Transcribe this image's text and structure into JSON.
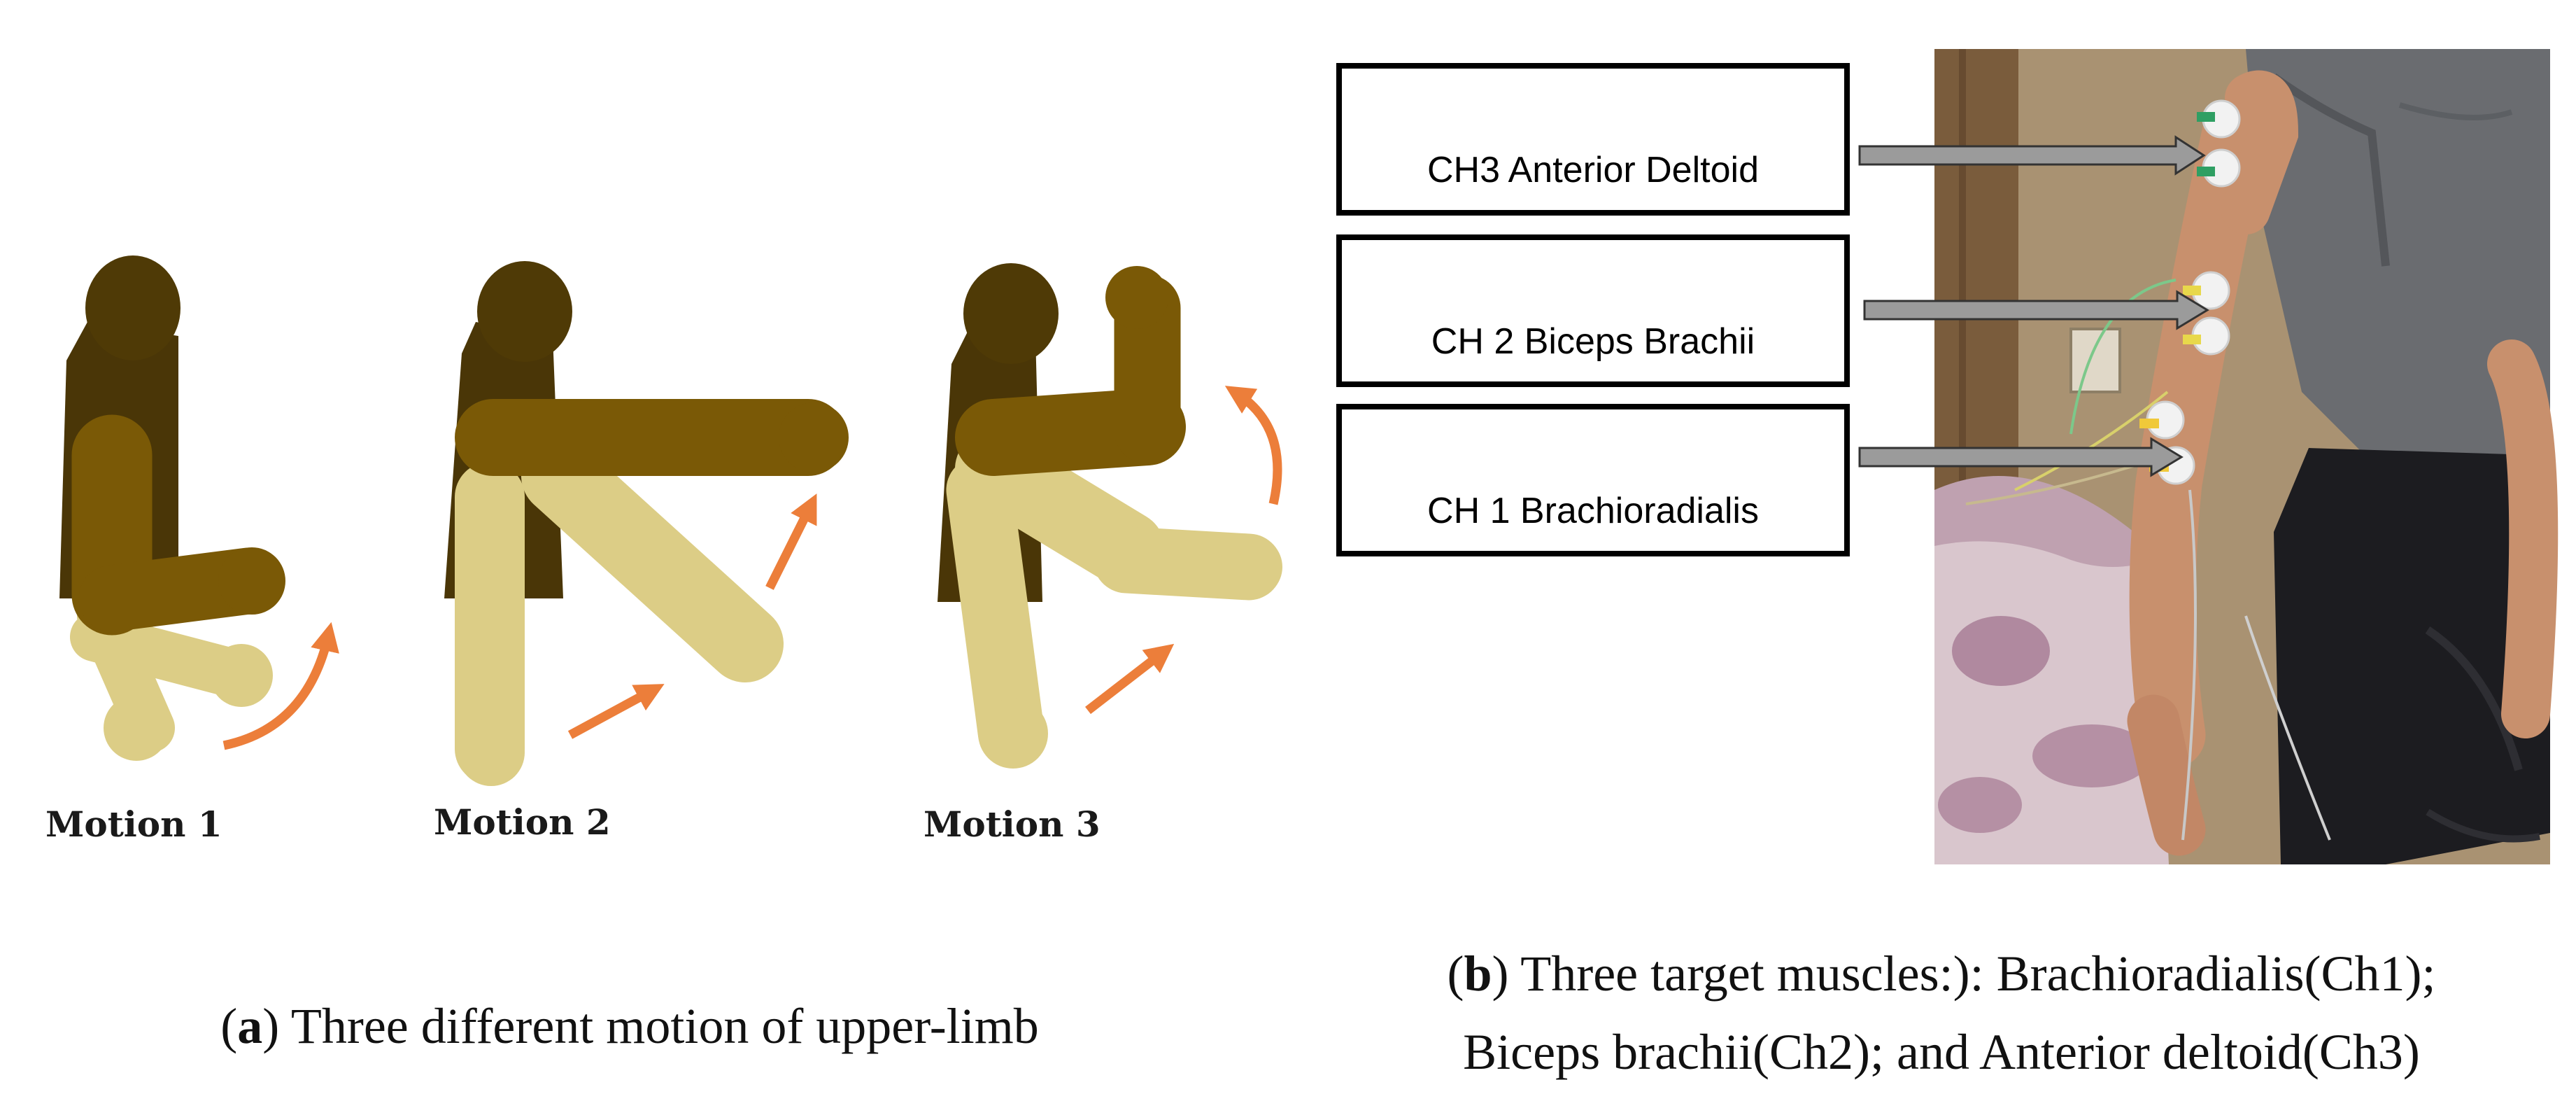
{
  "panel_a": {
    "motions": [
      {
        "label": "Motion 1"
      },
      {
        "label": "Motion 2"
      },
      {
        "label": "Motion 3"
      }
    ],
    "caption": {
      "letter": "a",
      "text": " Three different motion of upper-limb"
    }
  },
  "panel_b": {
    "boxes": [
      {
        "label": "CH3 Anterior Deltoid"
      },
      {
        "label": "CH 2 Biceps Brachii"
      },
      {
        "label": "CH 1 Brachioradialis"
      }
    ],
    "caption": {
      "letter": "b",
      "line1": " Three target muscles:): Brachioradialis(Ch1);",
      "line2": "Biceps brachii(Ch2); and Anterior deltoid(Ch3)"
    }
  },
  "colors": {
    "head": "#4f3a06",
    "torso": "#4a3607",
    "arm_active": "#7a5906",
    "arm_rest": "#dccd86",
    "arrow": "#ec7e3a",
    "pointer_arrow": "#9b9b9b"
  }
}
